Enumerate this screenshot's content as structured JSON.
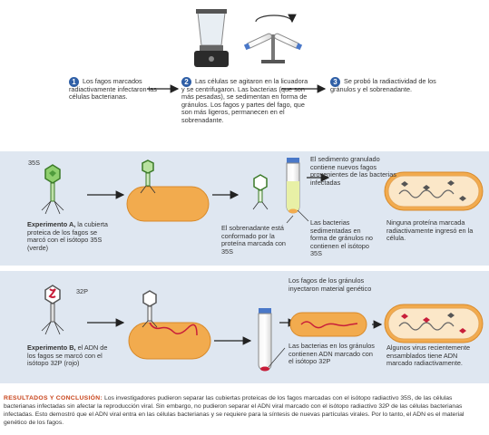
{
  "steps": [
    {
      "num": "1",
      "text": "Los fagos marcados radiactivamente infectaron las células bacterianas."
    },
    {
      "num": "2",
      "text": "Las células se agitaron en la licuadora y se centrifugaron. Las bacterias (que son más pesadas), se sedimentan en forma de gránulos. Los fagos y partes del fago, que son más ligeros, permanecen en el sobrenadante."
    },
    {
      "num": "3",
      "text": "Se probó la radiactividad de los gránulos y el sobrenadante."
    }
  ],
  "experiment_a": {
    "isotope_label": "35S",
    "title": "Experimento A,",
    "desc": "la cubierta proteica de los fagos se marcó con el isótopo",
    "desc_isotope": "35S",
    "desc_color": "(verde)",
    "supernatant": "El sobrenadante está conformado por la proteína marcada con",
    "supernatant_isotope": "35S",
    "sediment_top": "El sedimento granulado contiene nuevos fagos provenientes de las bacterias infectadas",
    "sediment_bottom": "Las bacterias sedimentadas en forma de gránulos no contienen el isótopo",
    "sediment_isotope": "35S",
    "result": "Ninguna proteína marcada radiactivamente ingresó en la célula."
  },
  "experiment_b": {
    "isotope_label": "32P",
    "title": "Experimento B,",
    "desc": "el ADN de los fagos se marcó con el isótopo",
    "desc_isotope": "32P",
    "desc_color": "(rojo)",
    "granule_top": "Los fagos de los gránulos inyectaron material genético",
    "granule_bottom": "Las bacterias en los gránulos contienen ADN marcado con el isótopo",
    "granule_isotope": "32P",
    "result": "Algunos virus recientemente ensamblados tiene ADN marcado radiactivamente."
  },
  "results": {
    "lead": "RESULTADOS Y CONCLUSIÓN:",
    "text": "Los investigadores pudieron separar las cubiertas proteicas de los fagos marcadas con el isótopo radiactivo 35S, de las células bacterianas infectadas sin afectar la reproducción viral. Sin embargo, no pudieron separar el ADN viral marcado con el isótopo radiactivo 32P de las células bacterianas infectadas. Esto demostró que el ADN viral entra en las células bacterianas y se requiere para la síntesis de nuevas partículas virales. Por lo tanto, el ADN es el material genético de los fagos."
  },
  "colors": {
    "panel": "#dfe7f1",
    "bacteria": "#f2ab4e",
    "protein_green": "#4f9b3c",
    "dna_red": "#c81e3a",
    "step_blue": "#2f5fa6",
    "result_orange": "#c8441b"
  }
}
